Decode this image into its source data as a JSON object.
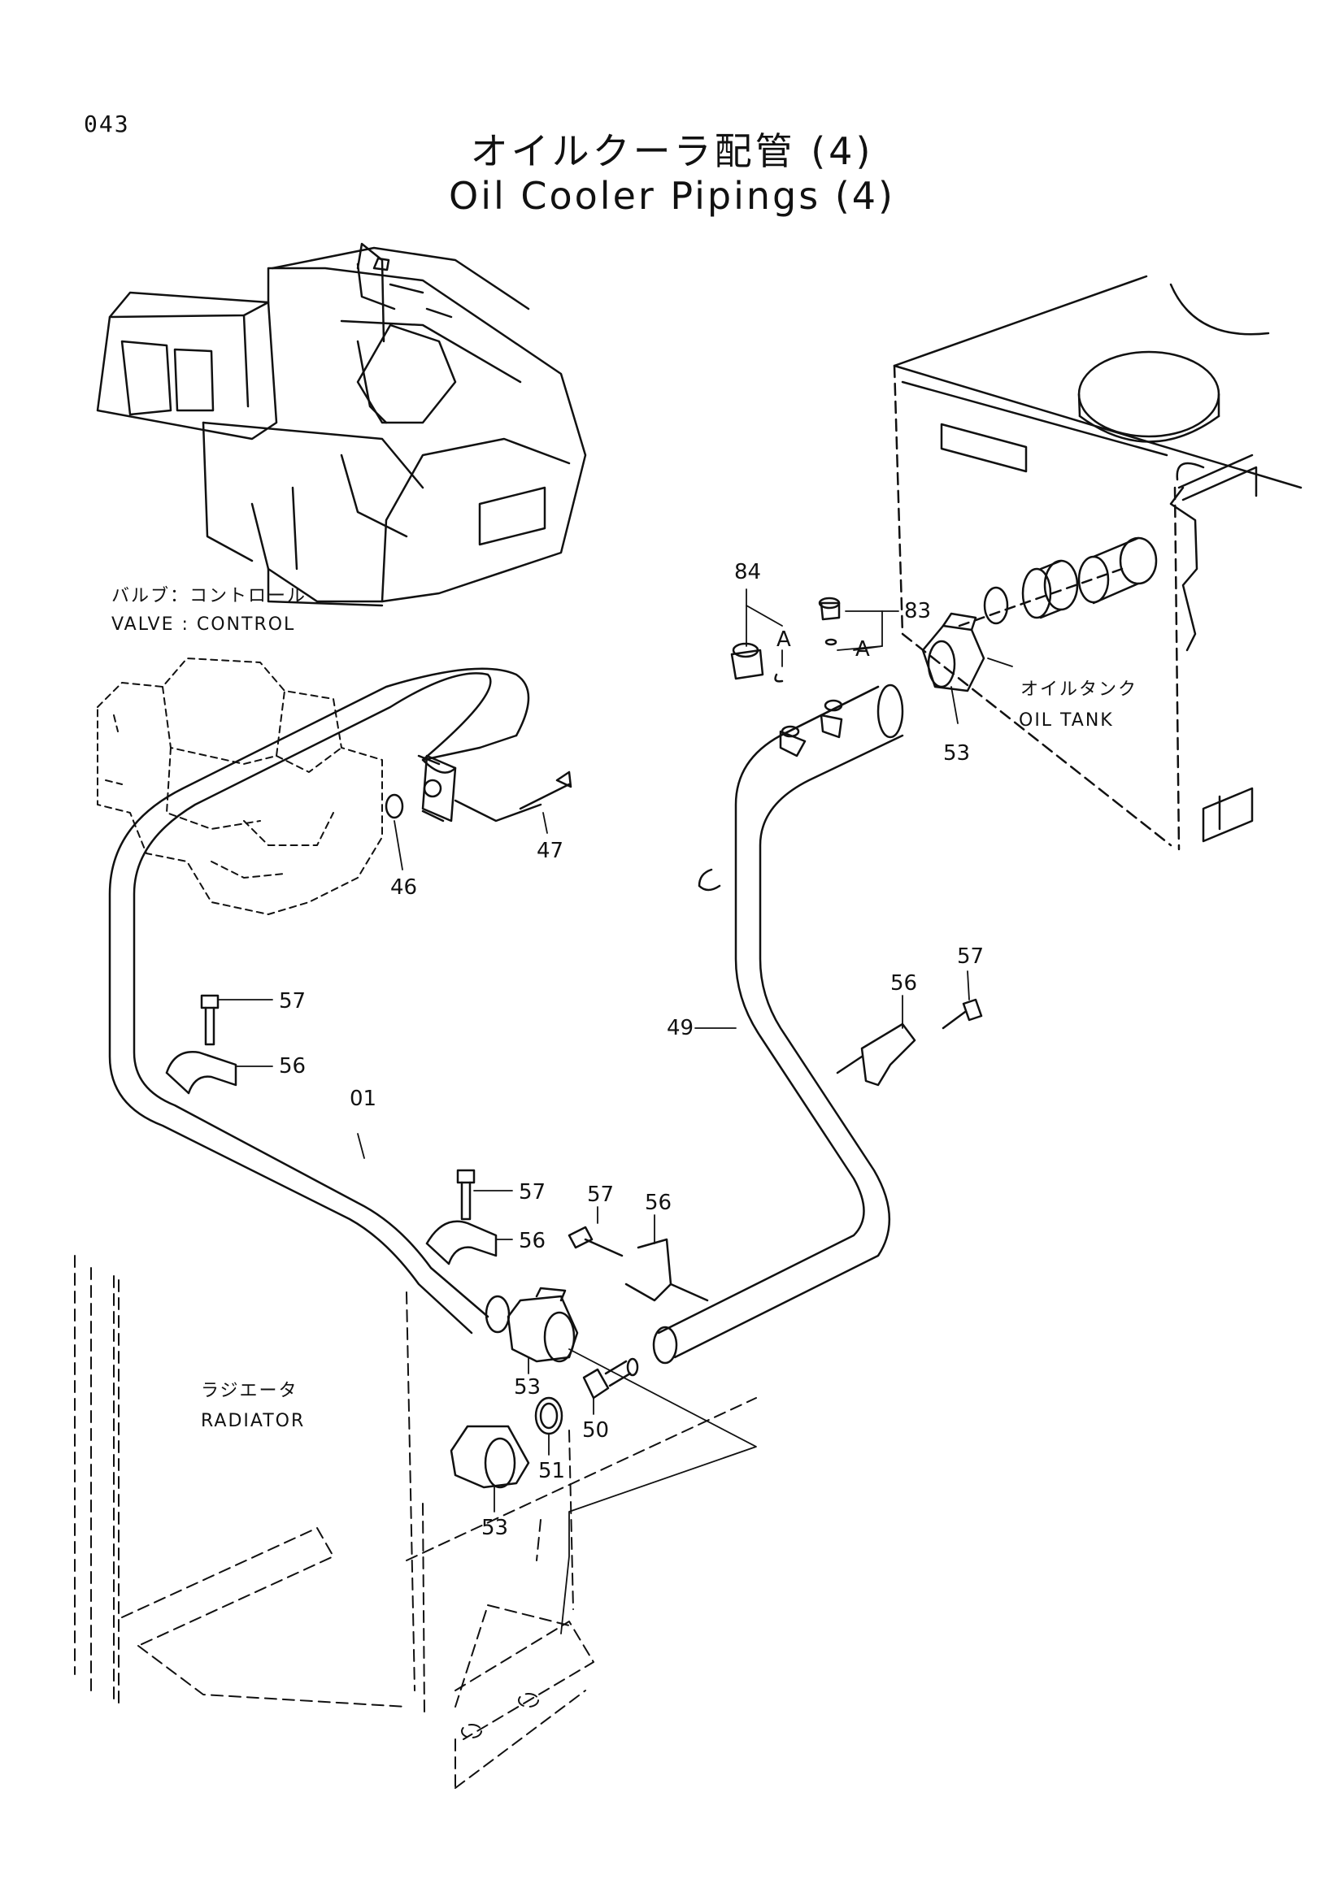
{
  "page": {
    "number": "043"
  },
  "title": {
    "jp": "オイルクーラ配管 (4)",
    "en": "Oil Cooler Pipings (4)"
  },
  "labels": {
    "valve_jp": "バルブ：コントロール",
    "valve_en": "VALVE : CONTROL",
    "tank_jp": "オイルタンク",
    "tank_en": "OIL TANK",
    "radiator_jp": "ラジエータ",
    "radiator_en": "RADIATOR"
  },
  "callouts": {
    "c84": "84",
    "c83": "83",
    "a1": "A",
    "a2": "A",
    "c53_tank": "53",
    "c47": "47",
    "c46": "46",
    "c57_left": "57",
    "c56_left": "56",
    "c01": "01",
    "c57_mid": "57",
    "c56_mid": "56",
    "c57_bracket": "57",
    "c56_bracket": "56",
    "c49": "49",
    "c56_right": "56",
    "c57_right": "57",
    "c53_mid": "53",
    "c50": "50",
    "c51": "51",
    "c53_low": "53"
  }
}
